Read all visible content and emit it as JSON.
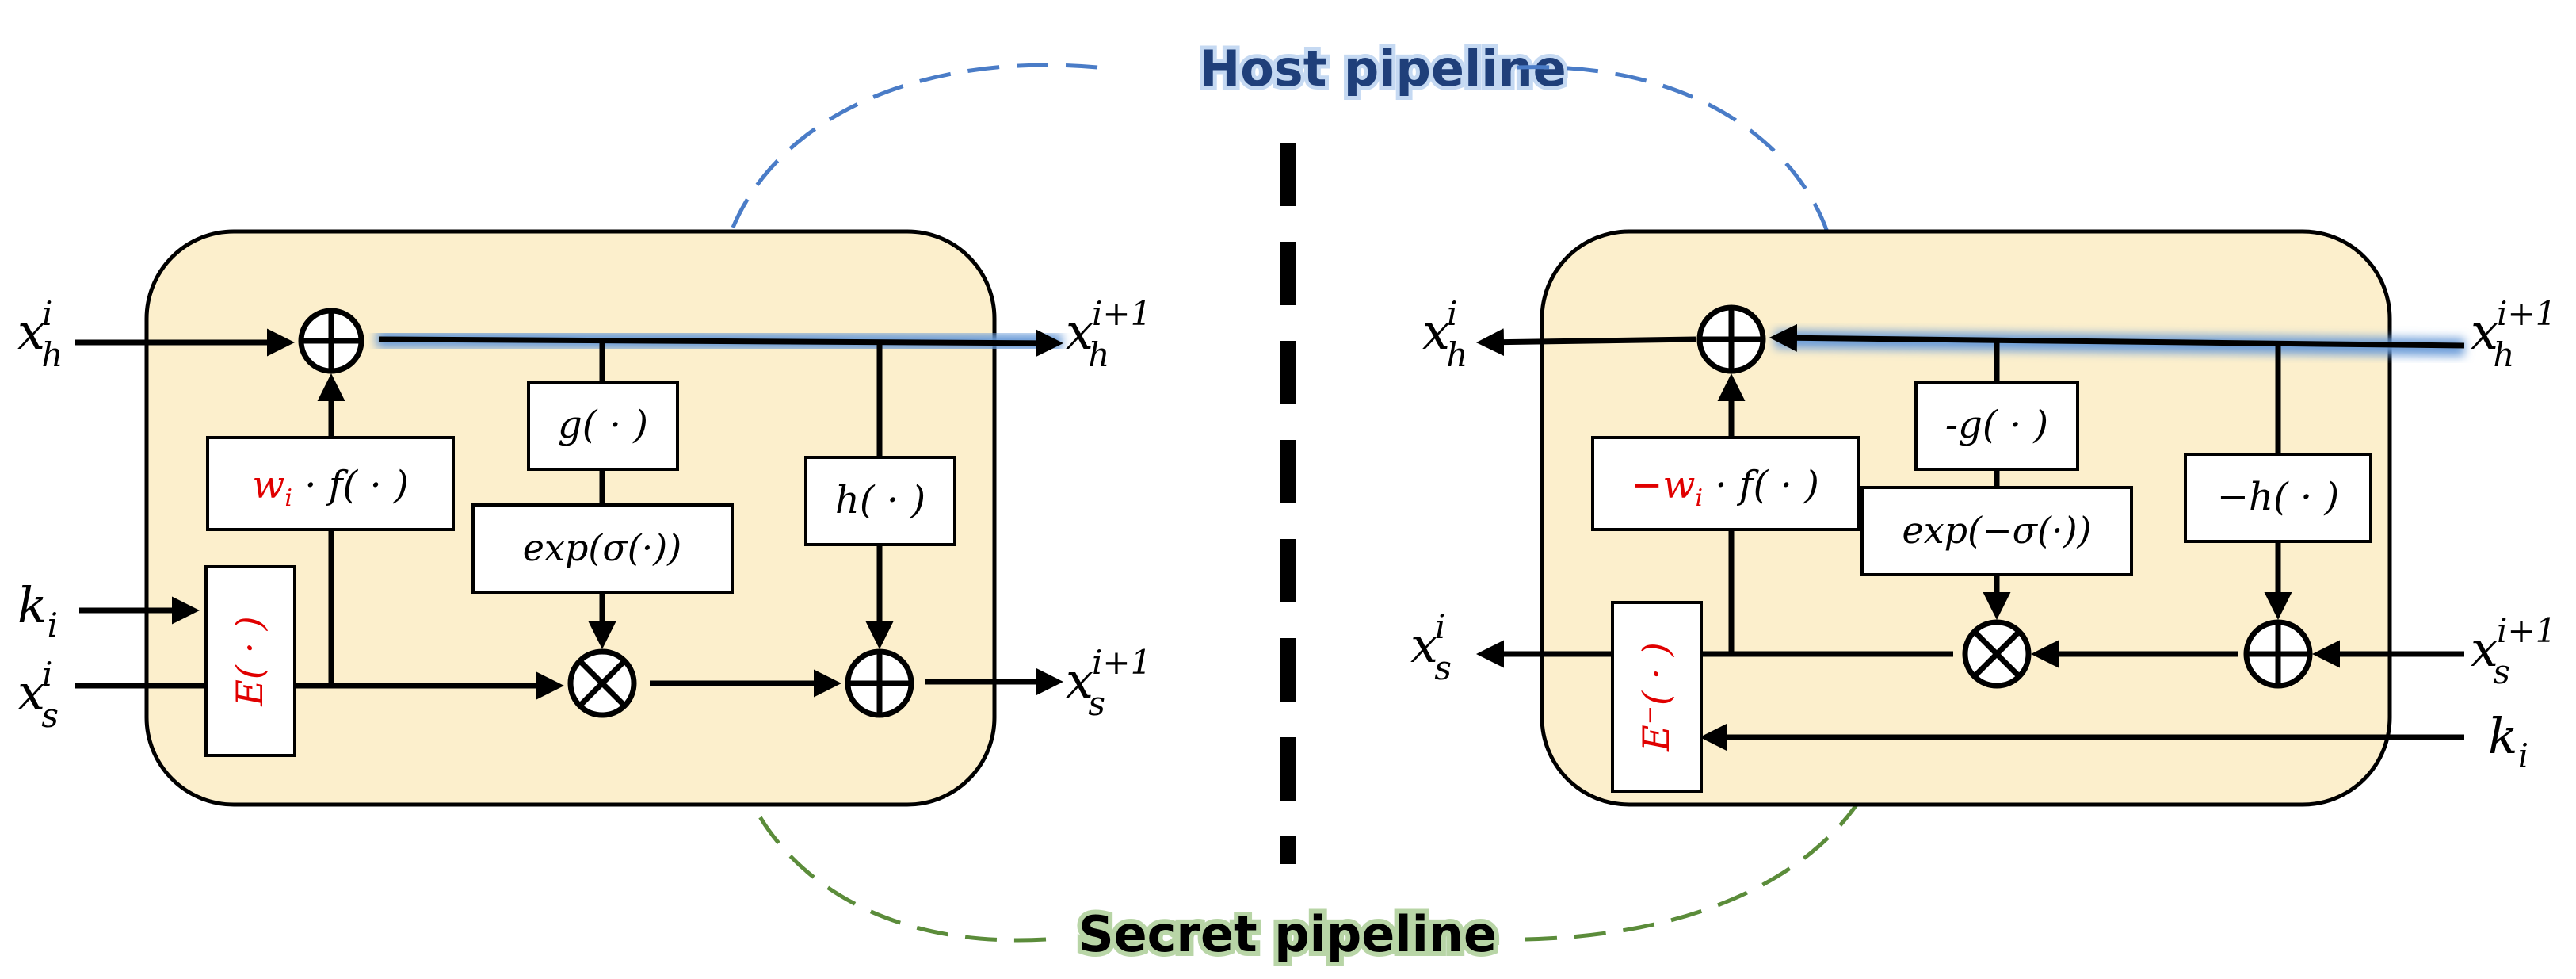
{
  "labels": {
    "host_pipeline": "Host pipeline",
    "secret_pipeline": "Secret pipeline"
  },
  "forward": {
    "input_host_base": "x",
    "input_host_sub": "h",
    "input_host_sup": "i",
    "key_base": "k",
    "key_sub": "i",
    "input_secret_base": "x",
    "input_secret_sub": "s",
    "input_secret_sup": "i",
    "output_host_base": "x",
    "output_host_sub": "h",
    "output_host_sup": "i+1",
    "output_secret_base": "x",
    "output_secret_sub": "s",
    "output_secret_sup": "i+1",
    "f_box_w": "w",
    "f_box_w_sub": "i",
    "f_box_rest": " · f( · )",
    "g_box": "g( · )",
    "exp_box": "exp(σ(·))",
    "h_box": "h( · )",
    "e_box": "E( · )"
  },
  "inverse": {
    "output_host_base": "x",
    "output_host_sub": "h",
    "output_host_sup": "i",
    "output_secret_base": "x",
    "output_secret_sub": "s",
    "output_secret_sup": "i",
    "input_host_base": "x",
    "input_host_sub": "h",
    "input_host_sup": "i+1",
    "input_secret_base": "x",
    "input_secret_sub": "s",
    "input_secret_sup": "i+1",
    "key_base": "k",
    "key_sub": "i",
    "f_box_w": "−w",
    "f_box_w_sub": "i",
    "f_box_rest": " · f( · )",
    "g_box": "-g( · )",
    "exp_box": "exp(−σ(·))",
    "h_box": "−h( · )",
    "e_box": "E⁻( · )"
  },
  "colors": {
    "block_fill": "#fcefcc",
    "host_glow": "#6b9bd8",
    "secret_glow": "#6aa84f",
    "host_label": "#1f3f7a",
    "secret_label": "#000000",
    "host_arc": "#4a7cc7",
    "secret_arc": "#5b8c3a",
    "red_text": "#e00000"
  }
}
